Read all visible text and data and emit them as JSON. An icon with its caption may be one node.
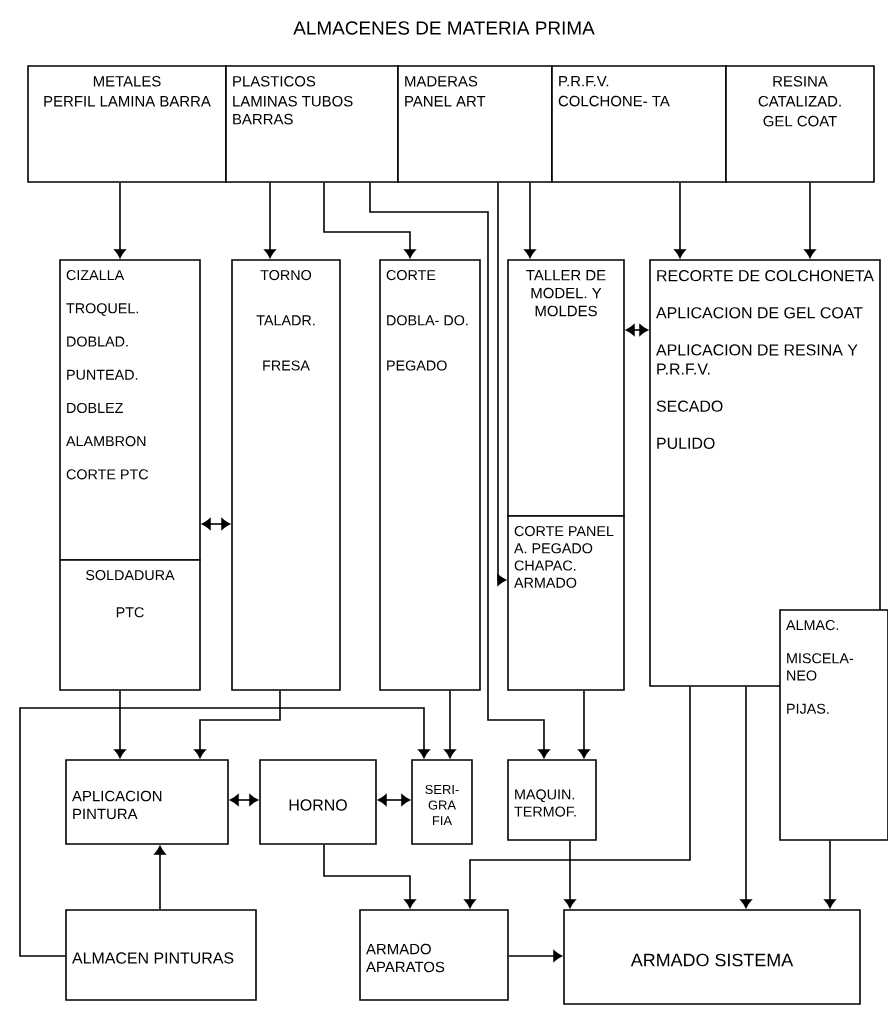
{
  "diagram": {
    "title": "ALMACENES DE MATERIA PRIMA",
    "nodes": [
      {
        "text": [
          "METALES",
          "PERFIL LAMINA BARRA"
        ]
      },
      {
        "text": [
          "PLASTICOS",
          "LAMINAS TUBOS BARRAS"
        ]
      },
      {
        "text": [
          "MADERAS",
          "PANEL ART"
        ]
      },
      {
        "text": [
          "P.R.F.V.",
          "COLCHONE- TA"
        ]
      },
      {
        "text": [
          "RESINA",
          "CATALIZAD.",
          "GEL COAT"
        ]
      },
      {
        "text": [
          "CIZALLA",
          "TROQUEL.",
          "DOBLAD.",
          "PUNTEAD.",
          "DOBLEZ",
          "ALAMBRON",
          "CORTE PTC"
        ]
      },
      {
        "text": [
          "SOLDADURA",
          "PTC"
        ]
      },
      {
        "text": [
          "TORNO",
          "TALADR.",
          "FRESA"
        ]
      },
      {
        "text": [
          "CORTE",
          "DOBLA- DO.",
          "PEGADO"
        ]
      },
      {
        "text": [
          "TALLER DE MODEL. Y MOLDES"
        ]
      },
      {
        "text": [
          "CORTE PANEL A. PEGADO CHAPAC. ARMADO"
        ]
      },
      {
        "text": [
          "RECORTE DE COLCHONETA",
          "APLICACION DE GEL COAT",
          "APLICACION DE RESINA Y P.R.F.V.",
          "SECADO",
          "PULIDO"
        ]
      },
      {
        "text": [
          "ALMAC.",
          "MISCELA- NEO",
          "PIJAS."
        ]
      },
      {
        "text": [
          "APLICACION PINTURA"
        ]
      },
      {
        "text": [
          "HORNO"
        ]
      },
      {
        "text": [
          "SERI- GRA FIA"
        ]
      },
      {
        "text": [
          "MAQUIN. TERMOF."
        ]
      },
      {
        "text": [
          "ALMACEN PINTURAS"
        ]
      },
      {
        "text": [
          "ARMADO APARATOS"
        ]
      },
      {
        "text": [
          "ARMADO SISTEMA"
        ]
      }
    ],
    "edges": [
      {
        "from": 0,
        "to": 5,
        "arrow": "to"
      },
      {
        "from": 1,
        "to": 7,
        "arrow": "to"
      },
      {
        "from": 1,
        "to": 8,
        "arrow": "to"
      },
      {
        "from": 1,
        "to": 16,
        "arrow": "to"
      },
      {
        "from": 2,
        "to": 10,
        "arrow": "to"
      },
      {
        "from": 2,
        "to": 9,
        "arrow": "to"
      },
      {
        "from": 3,
        "to": 11,
        "arrow": "to"
      },
      {
        "from": 4,
        "to": 11,
        "arrow": "to"
      },
      {
        "from": 5,
        "to": 7,
        "arrow": "both"
      },
      {
        "from": 9,
        "to": 11,
        "arrow": "both"
      },
      {
        "from": 6,
        "to": 13,
        "arrow": "to"
      },
      {
        "from": 7,
        "to": 13,
        "arrow": "to"
      },
      {
        "from": 8,
        "to": 15,
        "arrow": "to"
      },
      {
        "from": 17,
        "to": 15,
        "arrow": "to"
      },
      {
        "from": 13,
        "to": 14,
        "arrow": "both"
      },
      {
        "from": 15,
        "to": 14,
        "arrow": "both"
      },
      {
        "from": 17,
        "to": 13,
        "arrow": "to"
      },
      {
        "from": 14,
        "to": 18,
        "arrow": "to"
      },
      {
        "from": 11,
        "to": 18,
        "arrow": "to"
      },
      {
        "from": 16,
        "to": 19,
        "arrow": "to"
      },
      {
        "from": 11,
        "to": 19,
        "arrow": "to"
      },
      {
        "from": 12,
        "to": 19,
        "arrow": "to"
      },
      {
        "from": 18,
        "to": 19,
        "arrow": "to"
      },
      {
        "from": 10,
        "to": 16,
        "arrow": "to"
      }
    ]
  }
}
